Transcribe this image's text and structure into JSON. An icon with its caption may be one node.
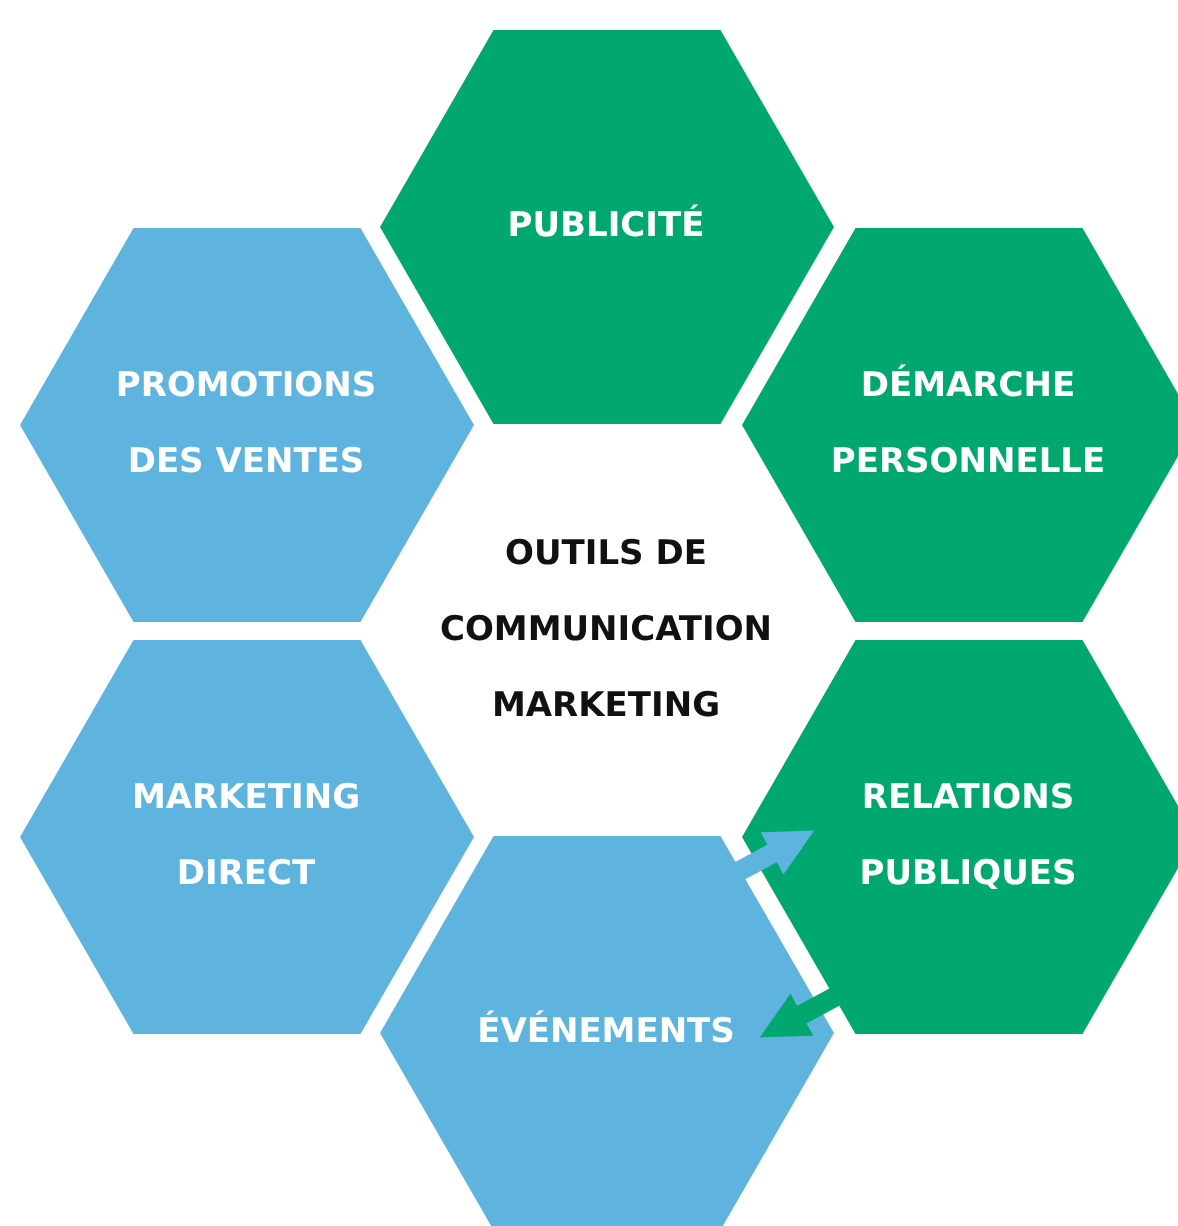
{
  "diagram": {
    "nodes": [
      {
        "text": [
          "PUBLICITÉ"
        ]
      },
      {
        "text": [
          "PROMOTIONS DES VENTES"
        ]
      },
      {
        "text": [
          "DÉMARCHE PERSONNELLE"
        ]
      },
      {
        "text": [
          "MARKETING DIRECT"
        ]
      },
      {
        "text": [
          "RELATIONS PUBLIQUES"
        ]
      },
      {
        "text": [
          "ÉVÉNEMENTS"
        ]
      }
    ],
    "edges": [
      {
        "from": 5,
        "to": 4,
        "arrow": "to",
        "color": "#5eb4de"
      },
      {
        "from": 4,
        "to": 5,
        "arrow": "to",
        "color": "#00a870"
      }
    ],
    "labels": [
      "OUTILS DE COMMUNICATION MARKETING"
    ]
  }
}
